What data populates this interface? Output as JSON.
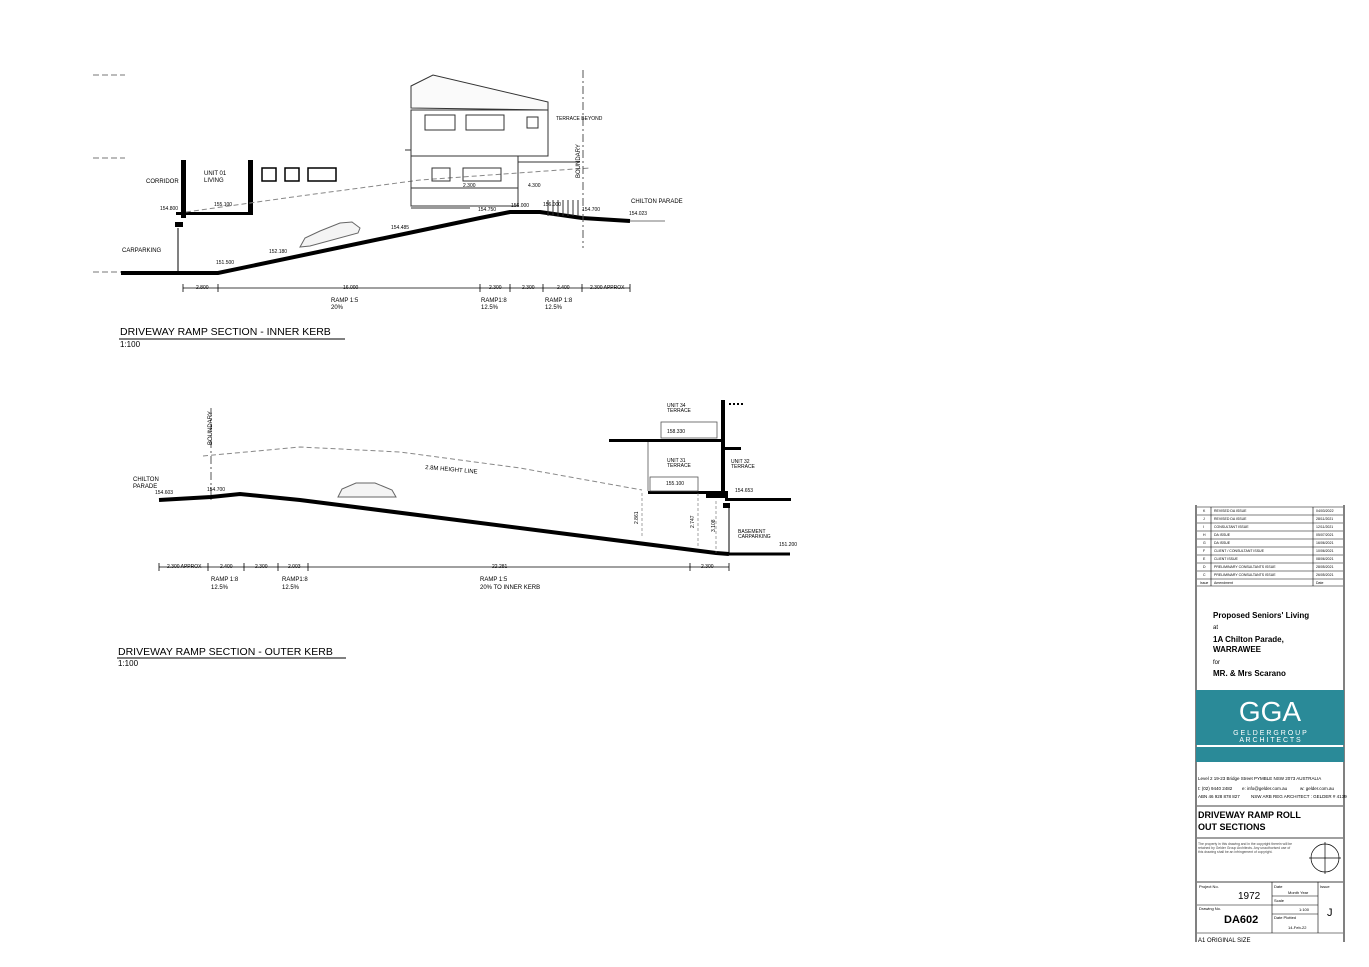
{
  "section_a": {
    "title": "DRIVEWAY RAMP SECTION - INNER KERB",
    "scale": "1:100",
    "labels": {
      "corridor": "CORRIDOR",
      "unit_line1": "UNIT 01",
      "unit_line2": "LIVING",
      "carparking": "CARPARKING",
      "terrace_beyond": "TERRACE BEYOND",
      "boundary": "BOUNDARY",
      "chilton": "CHILTON PARADE"
    },
    "levels": [
      "154.800",
      "155.100",
      "151.500",
      "152.180",
      "154.485",
      "154.750",
      "156.000",
      "156.000",
      "154.700",
      "154.023"
    ],
    "dims": [
      "2.300",
      "4.300"
    ],
    "chain_dims": [
      "2.800",
      "16.000",
      "2.300",
      "2.300",
      "2.400",
      "2.300 APPROX"
    ],
    "ramps": [
      {
        "l1": "RAMP 1:5",
        "l2": "20%"
      },
      {
        "l1": "RAMP1:8",
        "l2": "12.5%"
      },
      {
        "l1": "RAMP 1:8",
        "l2": "12.5%"
      }
    ]
  },
  "section_b": {
    "title": "DRIVEWAY RAMP SECTION - OUTER KERB",
    "scale": "1:100",
    "labels": {
      "boundary": "BOUNDARY",
      "chilton_l1": "CHILTON",
      "chilton_l2": "PARADE",
      "height_line": "2.8M HEIGHT LINE",
      "unit34_l1": "UNIT 34",
      "unit34_l2": "TERRACE",
      "unit31_l1": "UNIT 31",
      "unit31_l2": "TERRACE",
      "unit32_l1": "UNIT 32",
      "unit32_l2": "TERRACE",
      "basement_l1": "BASEMENT",
      "basement_l2": "CARPARKING"
    },
    "levels": [
      "154.603",
      "154.700",
      "158.330",
      "155.100",
      "154.653",
      "151.200"
    ],
    "heights": [
      "2.861",
      "2.747",
      "3.108"
    ],
    "chain_dims": [
      "2.300 APPROX",
      "2.400",
      "2.300",
      "2.003",
      "22.281",
      "2.300"
    ],
    "ramps": [
      {
        "l1": "RAMP 1:8",
        "l2": "12.5%"
      },
      {
        "l1": "RAMP1:8",
        "l2": "12.5%"
      },
      {
        "l1": "RAMP 1:5",
        "l2": "20% TO INNER KERB"
      }
    ]
  },
  "revisions": {
    "rows": [
      {
        "issue": "K",
        "amendment": "REVISED DA ISSUE",
        "date": "04/03/2022"
      },
      {
        "issue": "J",
        "amendment": "REVISED DA ISSUE",
        "date": "28/11/2021"
      },
      {
        "issue": "I",
        "amendment": "CONSULTANT ISSUE",
        "date": "12/11/2021"
      },
      {
        "issue": "H",
        "amendment": "DA ISSUE",
        "date": "05/07/2021"
      },
      {
        "issue": "G",
        "amendment": "DA ISSUE",
        "date": "16/06/2021"
      },
      {
        "issue": "F",
        "amendment": "CLIENT / CONSULTANT ISSUE",
        "date": "10/06/2021"
      },
      {
        "issue": "E",
        "amendment": "CLIENT ISSUE",
        "date": "08/06/2021"
      },
      {
        "issue": "D",
        "amendment": "PRELIMINARY CONSULTANTS ISSUE",
        "date": "28/05/2021"
      },
      {
        "issue": "C",
        "amendment": "PRELIMINARY CONSULTANTS ISSUE",
        "date": "26/05/2021"
      }
    ],
    "header_issue": "Issue",
    "header_amendment": "Amendment",
    "header_date": "Date"
  },
  "project": {
    "line1": "Proposed Seniors' Living",
    "at": "at",
    "address1": "1A Chilton Parade,",
    "address2": "WARRAWEE",
    "for": "for",
    "client": "MR. & Mrs Scarano"
  },
  "firm": {
    "logo": "GGA",
    "name_line1": "G E L D E R   G R O U P",
    "name_line2": "A R C H I T E C T S",
    "address": "Level 2 19-23 Bridge Street PYMBLE NSW 2073 AUSTRALIA",
    "phone": "t: (02) 9440 2482",
    "email": "e: info@gelder.com.au",
    "web": "w: gelder.com.au",
    "abn": "ABN 46 928 878 827",
    "nominated": "NSW ARB REG ARCHITECT : GELDER # 4139"
  },
  "sheet": {
    "title_l1": "DRIVEWAY RAMP ROLL",
    "title_l2": "OUT SECTIONS",
    "copyright": "The property in this drawing and in the copyright therein will be retained by Gelder Group Architects. Any unauthorised use of this drawing shall be an infringement of copyright.",
    "project_no_label": "Project No.",
    "project_no": "1972",
    "date_label": "Date",
    "date": "Month Year",
    "scale_label": "Scale",
    "scale": "1:100",
    "drawing_no_label": "Drawing No.",
    "drawing_no": "DA602",
    "plotted_label": "Date Plotted",
    "plotted": "14-Feb-22",
    "issue_label": "Issue",
    "issue": "J",
    "footer": "A1 ORIGINAL SIZE"
  }
}
